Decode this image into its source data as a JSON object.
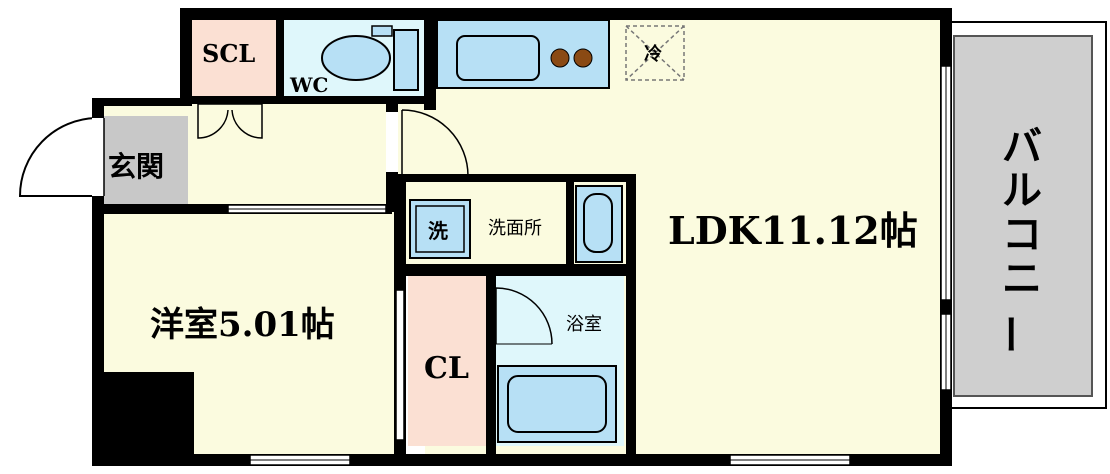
{
  "rooms": {
    "ldk": "LDK11.12帖",
    "western": "洋室5.01帖",
    "balcony": "バルコニー",
    "entrance": "玄関",
    "scl": "SCL",
    "wc": "WC",
    "fridge": "冷",
    "washer": "洗",
    "washroom": "洗面所",
    "bath": "浴室",
    "closet": "CL"
  },
  "colors": {
    "floor": "#fbfbdf",
    "tile": "#dff7fb",
    "fixture": "#b7e0f5",
    "closet": "#fbe0d3",
    "entrance": "#c8c8c8",
    "balcony": "#cfcfcf",
    "wall": "#000000",
    "stove": "#8a4a14"
  }
}
